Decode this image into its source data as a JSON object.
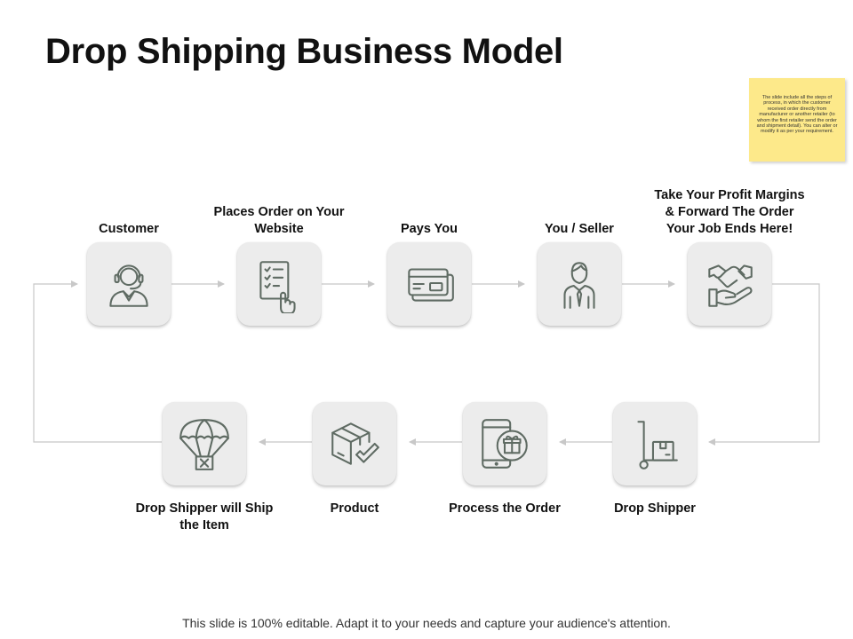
{
  "slide": {
    "title": "Drop Shipping Business Model",
    "note": "The slide include all the steps of process, in which the customer received order directly from manufacturer or another retailer (to whom the first retailer send the order and shipment detail). You can alter or modify it as per your requirement.",
    "footer": "This slide is 100% editable. Adapt it to your needs and capture your audience's attention."
  },
  "colors": {
    "icon_stroke": "#5f6b63",
    "box_fill": "#ececec",
    "arrow": "#c8c8c8",
    "note_fill": "#fde98a"
  },
  "steps_top": [
    {
      "label": "Customer",
      "icon": "customer-support-headset-icon"
    },
    {
      "label": "Places Order on Your Website",
      "icon": "order-checklist-icon"
    },
    {
      "label": "Pays You",
      "icon": "credit-cards-icon"
    },
    {
      "label": "You / Seller",
      "icon": "seller-person-icon"
    },
    {
      "label": "Take Your Profit Margins & Forward The Order Your Job Ends Here!",
      "icon": "handshake-money-icon"
    }
  ],
  "steps_bottom": [
    {
      "label": "Drop Shipper",
      "icon": "hand-truck-box-icon"
    },
    {
      "label": "Process the Order",
      "icon": "phone-gift-icon"
    },
    {
      "label": "Product",
      "icon": "box-check-icon"
    },
    {
      "label": "Drop Shipper will Ship the Item",
      "icon": "parachute-box-icon"
    }
  ]
}
